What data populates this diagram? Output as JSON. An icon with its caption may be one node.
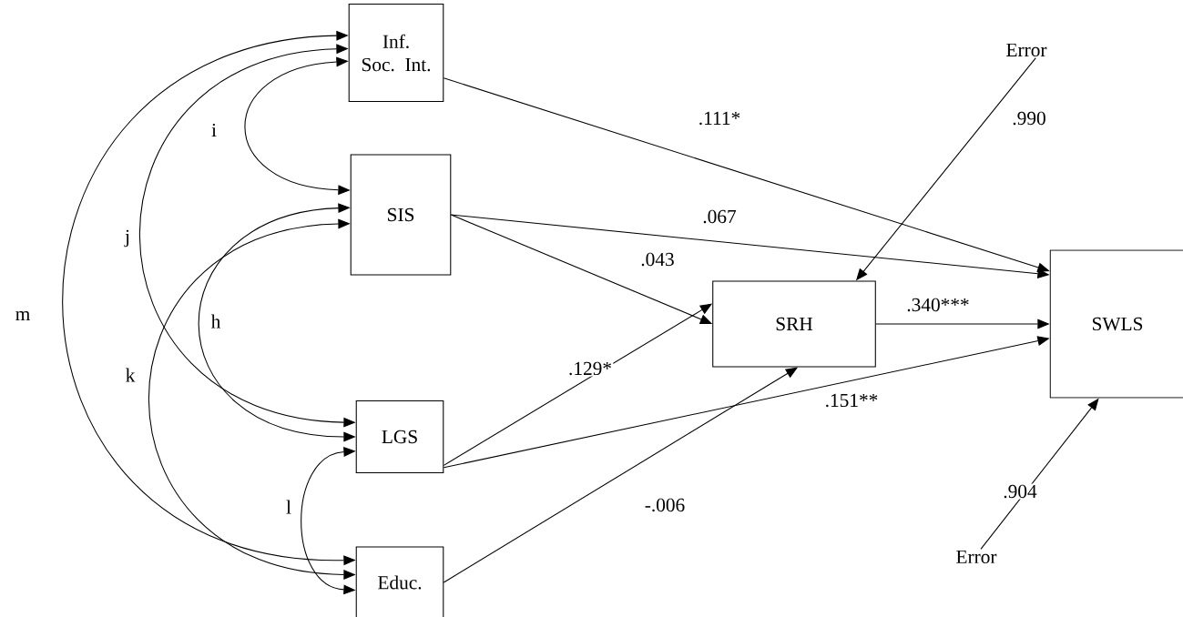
{
  "diagram": {
    "nodes": [
      {
        "text": [
          "Inf. Soc. Int."
        ]
      },
      {
        "text": [
          "SIS"
        ]
      },
      {
        "text": [
          "LGS"
        ]
      },
      {
        "text": [
          "Educ."
        ]
      },
      {
        "text": [
          "SRH"
        ]
      },
      {
        "text": [
          "SWLS"
        ]
      },
      {
        "text": [
          "Error"
        ]
      },
      {
        "text": [
          "Error"
        ]
      }
    ],
    "edges": [
      {
        "from": 0,
        "to": 5,
        "arrow": "to",
        "label": ".111*"
      },
      {
        "from": 1,
        "to": 5,
        "arrow": "to",
        "label": ".067"
      },
      {
        "from": 1,
        "to": 4,
        "arrow": "to",
        "label": ".043"
      },
      {
        "from": 2,
        "to": 4,
        "arrow": "to",
        "label": ".129*"
      },
      {
        "from": 2,
        "to": 5,
        "arrow": "to",
        "label": ".151**"
      },
      {
        "from": 3,
        "to": 4,
        "arrow": "to",
        "label": "-.006"
      },
      {
        "from": 4,
        "to": 5,
        "arrow": "to",
        "label": ".340***"
      },
      {
        "from": 6,
        "to": 4,
        "arrow": "to",
        "label": ".990"
      },
      {
        "from": 7,
        "to": 5,
        "arrow": "to",
        "label": ".904"
      },
      {
        "from": 0,
        "to": 1,
        "arrow": "both",
        "label": "i"
      },
      {
        "from": 0,
        "to": 2,
        "arrow": "both",
        "label": "j"
      },
      {
        "from": 0,
        "to": 3,
        "arrow": "both",
        "label": "m"
      },
      {
        "from": 1,
        "to": 2,
        "arrow": "both",
        "label": "h"
      },
      {
        "from": 1,
        "to": 3,
        "arrow": "both",
        "label": "k"
      },
      {
        "from": 2,
        "to": 3,
        "arrow": "both",
        "label": "l"
      }
    ]
  }
}
